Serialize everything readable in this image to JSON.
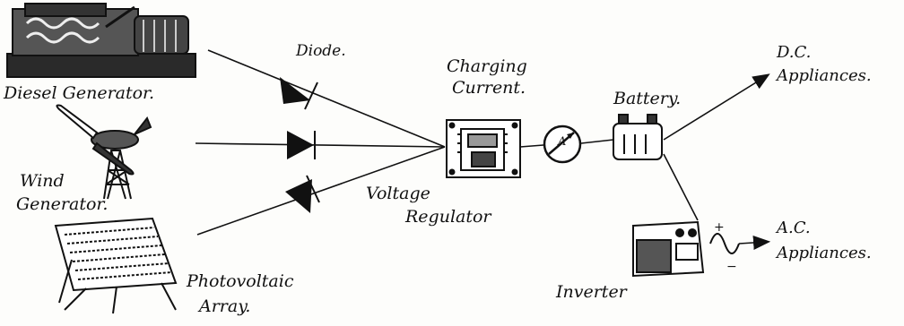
{
  "labels": {
    "diesel_generator": "Diesel Generator.",
    "wind_generator_line1": "Wind",
    "wind_generator_line2": "Generator.",
    "pv_array_line1": "Photovoltaic",
    "pv_array_line2": "Array.",
    "diode": "Diode.",
    "charging_current_line1": "Charging",
    "charging_current_line2": "Current.",
    "voltage_regulator_line1": "Voltage",
    "voltage_regulator_line2": "Regulator",
    "battery": "Battery.",
    "inverter": "Inverter",
    "dc_appliances_line1": "D.C.",
    "dc_appliances_line2": "Appliances.",
    "ac_appliances_line1": "A.C.",
    "ac_appliances_line2": "Appliances.",
    "ammeter_symbol": "A",
    "plus_sign": "+",
    "minus_sign": "−"
  }
}
